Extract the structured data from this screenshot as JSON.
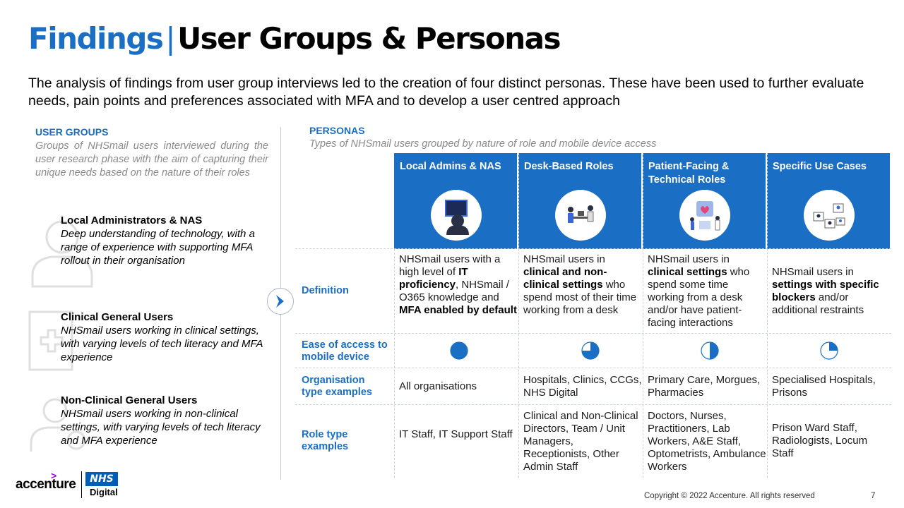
{
  "header": {
    "title_blue": "Findings",
    "separator": "|",
    "title_black": "User Groups & Personas",
    "intro": "The analysis of findings from user group interviews led to the creation of four distinct personas. These have been used to further evaluate needs, pain points and preferences associated with MFA and to develop a user centred approach"
  },
  "user_groups": {
    "heading": "USER GROUPS",
    "subtitle": "Groups of NHSmail users interviewed during the user research phase with the aim of capturing their unique needs based on the nature of their roles",
    "items": [
      {
        "name": "Local Administrators & NAS",
        "description": "Deep understanding of technology, with a range of experience with supporting MFA rollout in their organisation",
        "icon": "person-icon"
      },
      {
        "name": "Clinical General Users",
        "description": "NHSmail users working in clinical settings, with varying levels of tech literacy and MFA experience",
        "icon": "medical-document-icon"
      },
      {
        "name": "Non-Clinical General Users",
        "description": "NHSmail users working in non-clinical settings, with varying levels of tech literacy and MFA experience",
        "icon": "person-settings-icon"
      }
    ]
  },
  "personas": {
    "heading": "PERSONAS",
    "subtitle": "Types of NHSmail users grouped by nature of role and mobile device access",
    "columns": [
      {
        "name": "Local Admins & NAS",
        "icon": "admin-computer-illustration"
      },
      {
        "name": "Desk-Based Roles",
        "icon": "desk-meeting-illustration"
      },
      {
        "name": "Patient-Facing & Technical Roles",
        "icon": "healthcare-illustration"
      },
      {
        "name": "Specific Use Cases",
        "icon": "video-call-illustration"
      }
    ],
    "row_labels": {
      "definition": "Definition",
      "ease": "Ease of access to mobile device",
      "org": "Organisation type examples",
      "role": "Role type examples"
    },
    "definitions": [
      {
        "p1": "NHSmail users with a high level of ",
        "b1": "IT proficiency",
        "p2": ", NHSmail / O365 knowledge and ",
        "b2": "MFA enabled by default",
        "p3": ""
      },
      {
        "p1": "NHSmail users in ",
        "b1": "clinical and non-clinical settings",
        "p2": " who spend most of their time working from a desk",
        "b2": "",
        "p3": ""
      },
      {
        "p1": "NHSmail users in ",
        "b1": "clinical settings",
        "p2": " who spend some time working from a desk and/or have patient-facing interactions",
        "b2": "",
        "p3": ""
      },
      {
        "p1": "NHSmail users in ",
        "b1": "settings with specific blockers",
        "p2": " and/or additional restraints",
        "b2": "",
        "p3": ""
      }
    ],
    "ease_of_access": [
      1.0,
      0.75,
      0.5,
      0.25
    ],
    "organisation_types": [
      "All organisations",
      "Hospitals, Clinics, CCGs, NHS Digital",
      "Primary Care, Morgues, Pharmacies",
      "Specialised Hospitals, Prisons"
    ],
    "role_types": [
      "IT Staff, IT Support Staff",
      "Clinical and Non-Clinical Directors, Team / Unit Managers, Receptionists, Other Admin Staff",
      "Doctors, Nurses, Practitioners, Lab Workers, A&E Staff, Optometrists, Ambulance Workers",
      "Prison Ward Staff, Radiologists, Locum Staff"
    ]
  },
  "footer": {
    "accenture": "accenture",
    "accenture_mark": ">",
    "nhs": "NHS",
    "digital": "Digital",
    "copyright": "Copyright © 2022 Accenture. All rights reserved",
    "page_number": "7"
  },
  "colors": {
    "accent": "#1a6fc4",
    "brand_purple": "#a100ff",
    "nhs_blue": "#005eb8"
  }
}
